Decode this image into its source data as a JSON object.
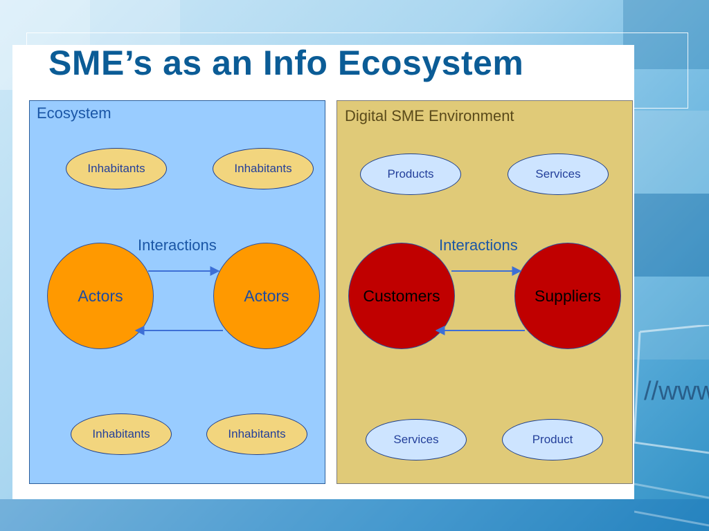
{
  "title": "SME’s as an Info Ecosystem",
  "ecosystem": {
    "label": "Ecosystem",
    "interactions_label": "Interactions",
    "inhabitants": [
      "Inhabitants",
      "Inhabitants",
      "Inhabitants",
      "Inhabitants"
    ],
    "actors": [
      "Actors",
      "Actors"
    ]
  },
  "sme_environment": {
    "label": "Digital SME Environment",
    "interactions_label": "Interactions",
    "top_items": [
      "Products",
      "Services"
    ],
    "bottom_items": [
      "Services",
      "Product"
    ],
    "customers_label": "Customers",
    "suppliers_label": "Suppliers"
  },
  "colors": {
    "title": "#0b5c96",
    "ecosystem_panel": "#99ccff",
    "sme_panel": "#e0ca78",
    "actor_circle": "#ff9900",
    "party_circle": "#c00000",
    "inhabitant_oval": "#f2d57e",
    "item_oval": "#cde4ff",
    "arrow": "#3d6fd6"
  },
  "icons": [
    "arrow-right-icon",
    "arrow-left-icon"
  ]
}
